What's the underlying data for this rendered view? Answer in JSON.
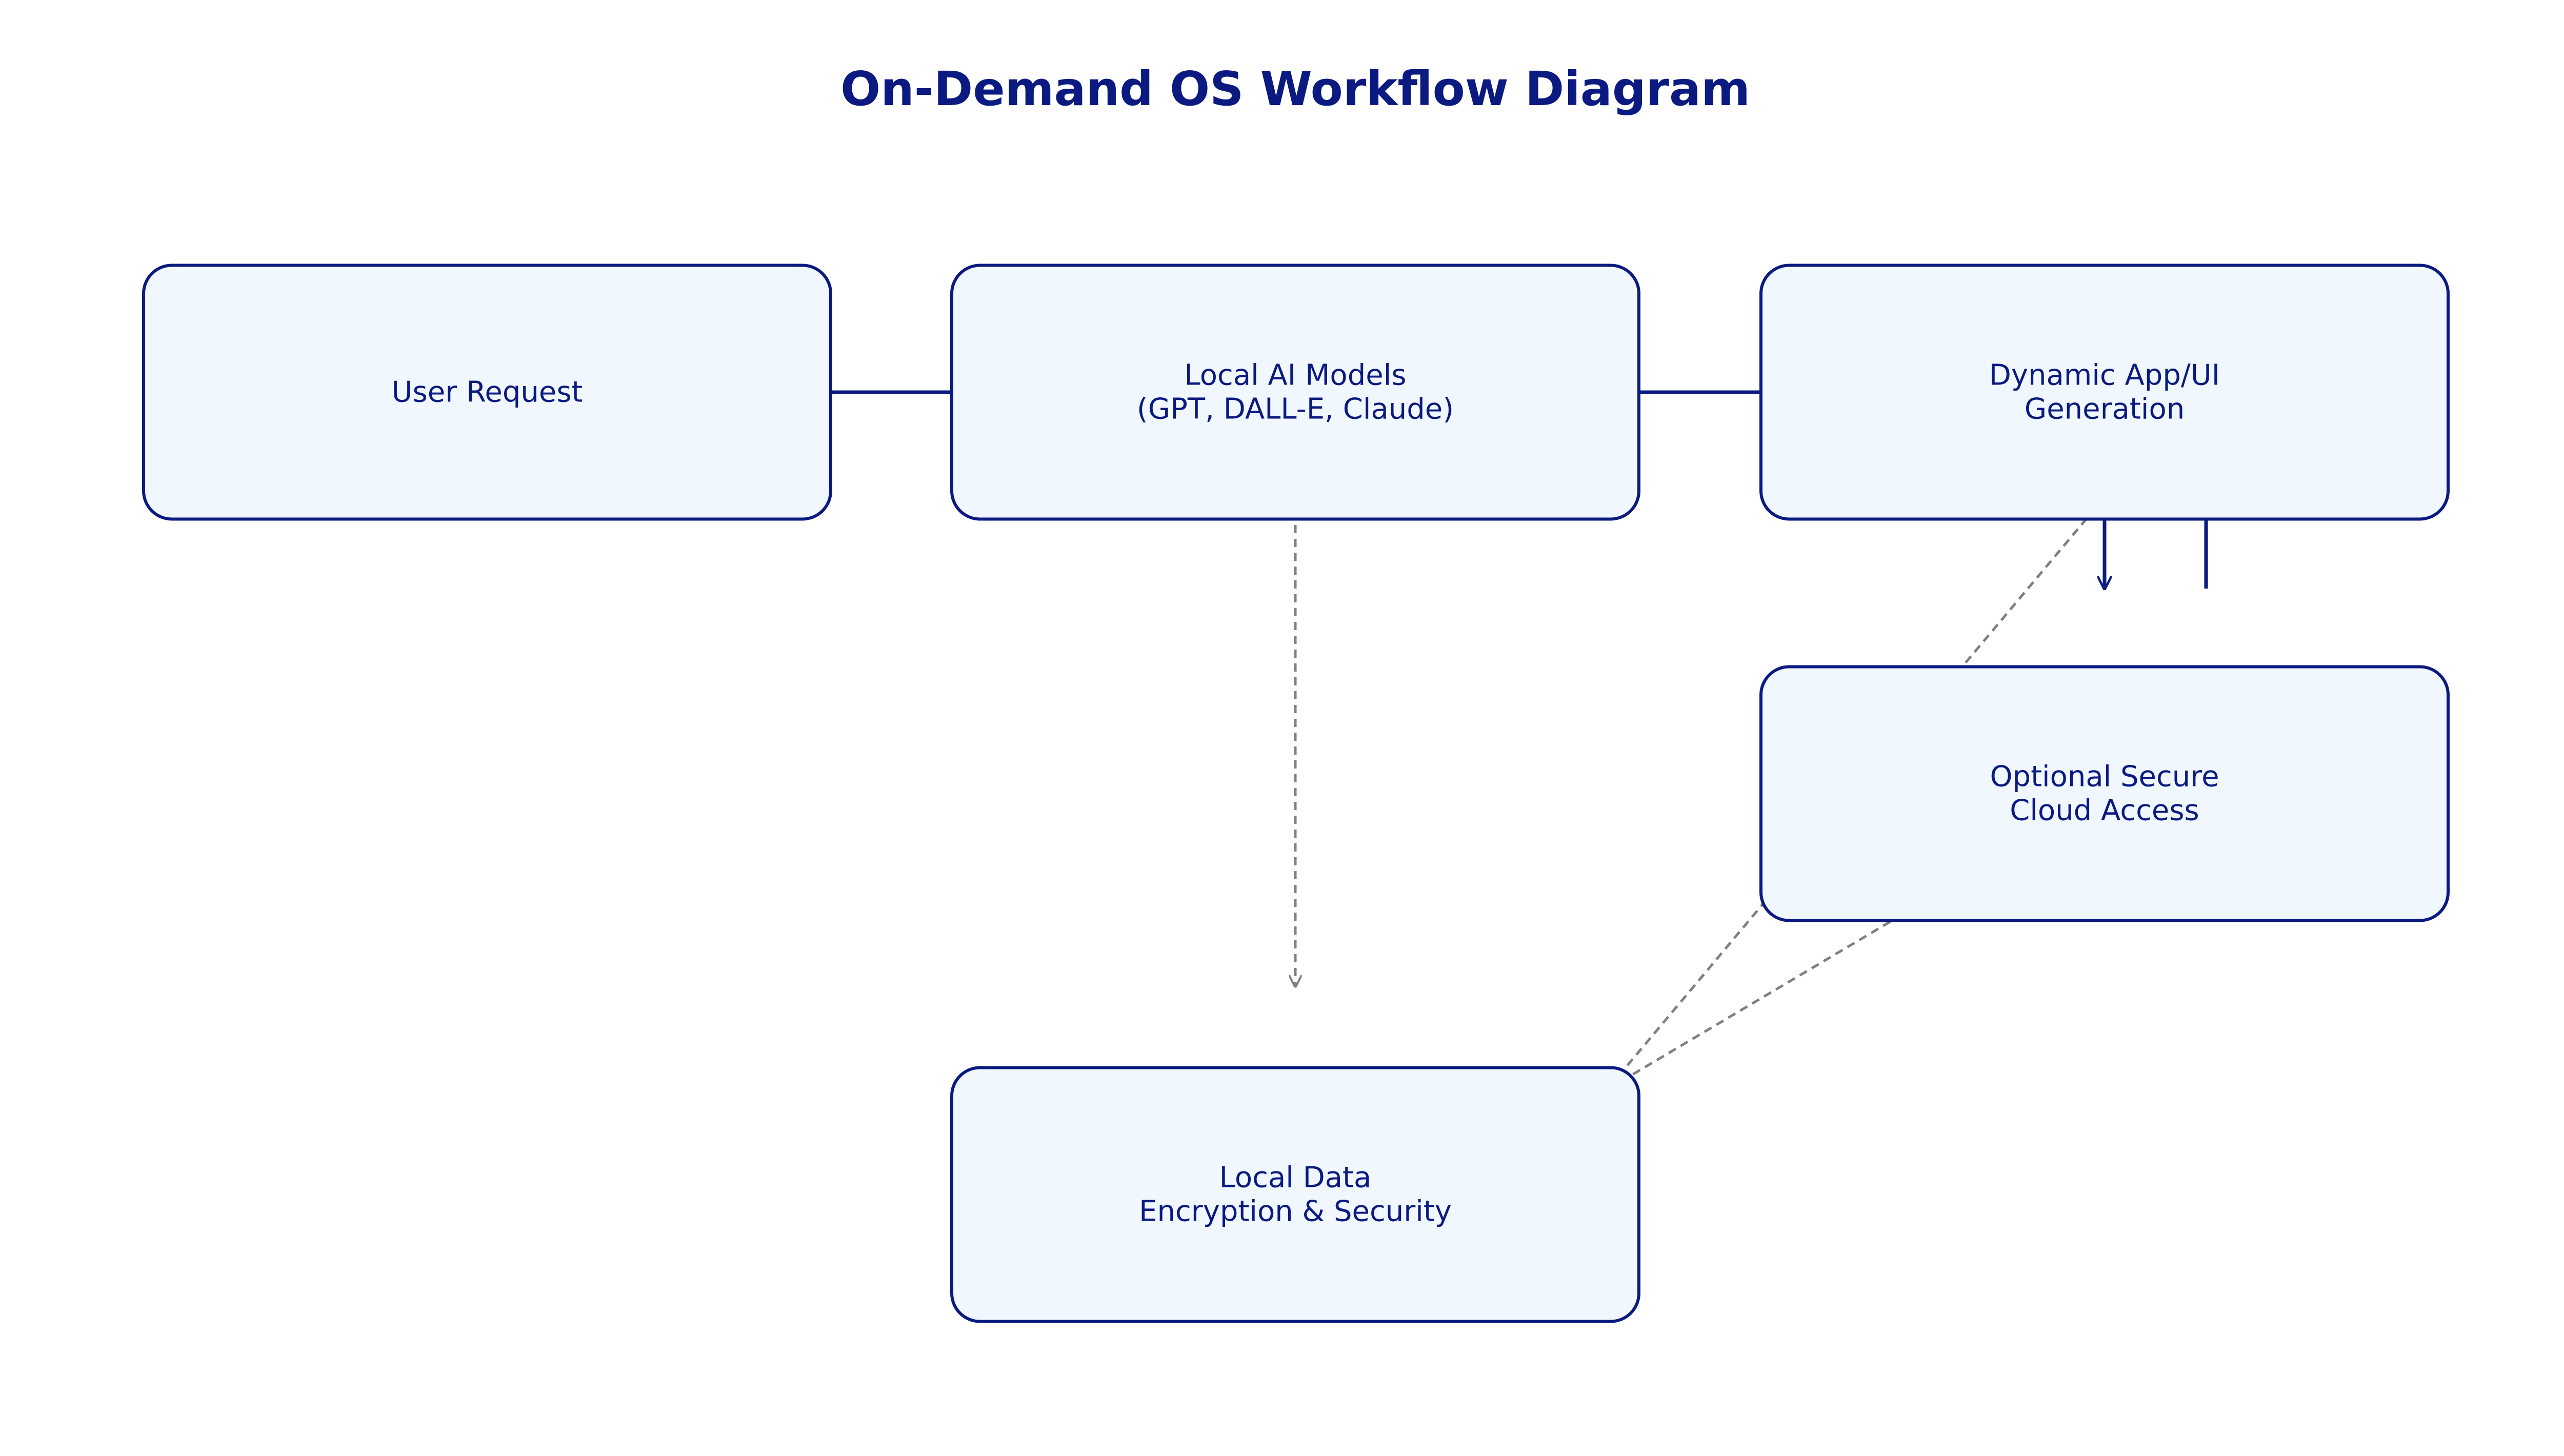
{
  "title": "On-Demand OS Workflow Diagram",
  "colors": {
    "title": "#0b1a80",
    "node_fill": "#f0f7fe",
    "node_stroke": "#0b1a80",
    "solid_edge": "#0b1a80",
    "dashed_edge": "#808080"
  },
  "nodes": [
    {
      "id": "user-request",
      "lines": [
        "User Request"
      ]
    },
    {
      "id": "local-ai-models",
      "lines": [
        "Local AI Models",
        "(GPT, DALL-E, Claude)"
      ]
    },
    {
      "id": "dynamic-app-ui",
      "lines": [
        "Dynamic App/UI",
        "Generation"
      ]
    },
    {
      "id": "secure-cloud",
      "lines": [
        "Optional Secure",
        "Cloud Access"
      ]
    },
    {
      "id": "local-data",
      "lines": [
        "Local Data",
        "Encryption & Security"
      ]
    }
  ],
  "edges": [
    {
      "from": "user-request",
      "to": "local-ai-models",
      "style": "solid"
    },
    {
      "from": "local-ai-models",
      "to": "dynamic-app-ui",
      "style": "solid"
    },
    {
      "from": "dynamic-app-ui",
      "to": "secure-cloud",
      "style": "solid"
    },
    {
      "from": "secure-cloud",
      "to": "dynamic-app-ui",
      "style": "solid"
    },
    {
      "from": "local-ai-models",
      "to": "local-data",
      "style": "dashed"
    },
    {
      "from": "dynamic-app-ui",
      "to": "local-data",
      "style": "dashed"
    },
    {
      "from": "secure-cloud",
      "to": "local-data",
      "style": "dashed"
    }
  ]
}
